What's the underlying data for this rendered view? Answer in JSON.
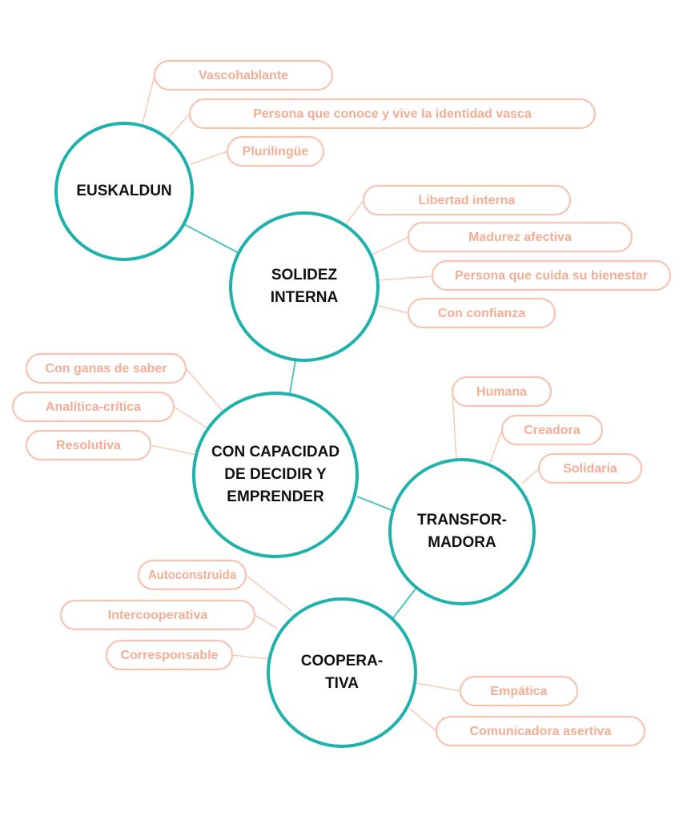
{
  "colors": {
    "hub_stroke": "#1fb2ad",
    "hub_link": "#4fc3bd",
    "pill_stroke": "#f8c3b0",
    "pill_text": "#f4ad94",
    "leaf_link": "#f5cdbd",
    "hub_text": "#111111"
  },
  "hubs": [
    {
      "id": "euskaldun",
      "lines": [
        "EUSKALDUN"
      ],
      "items": [
        "Vascohablante",
        "Persona que conoce y vive la identidad vasca",
        "Plurilingüe"
      ]
    },
    {
      "id": "solidez-interna",
      "lines": [
        "SOLIDEZ",
        "INTERNA"
      ],
      "items": [
        "Libertad interna",
        "Madurez afectiva",
        "Persona que cuida su bienestar",
        "Con confianza"
      ]
    },
    {
      "id": "capacidad-decidir",
      "lines": [
        "CON CAPACIDAD",
        "DE DECIDIR Y",
        "EMPRENDER"
      ],
      "items": [
        "Con ganas de saber",
        "Analítica-crítica",
        "Resolutiva"
      ]
    },
    {
      "id": "transformadora",
      "lines": [
        "TRANSFOR-",
        "MADORA"
      ],
      "items": [
        "Humana",
        "Creadora",
        "Solidaria"
      ]
    },
    {
      "id": "cooperativa",
      "lines": [
        "COOPERA-",
        "TIVA"
      ],
      "items": [
        "Autoconstruida",
        "Intercooperativa",
        "Corresponsable",
        "Empática",
        "Comunicadora asertiva"
      ]
    }
  ]
}
